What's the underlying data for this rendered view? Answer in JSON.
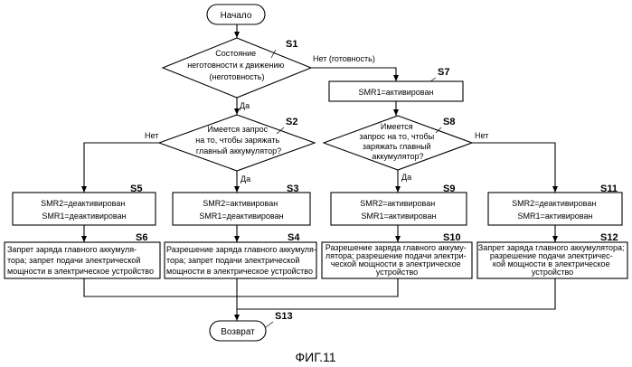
{
  "diagram": {
    "caption": "ФИГ.11",
    "start": "Начало",
    "end": "Возврат",
    "step_labels": {
      "s1": "S1",
      "s2": "S2",
      "s3": "S3",
      "s4": "S4",
      "s5": "S5",
      "s6": "S6",
      "s7": "S7",
      "s8": "S8",
      "s9": "S9",
      "s10": "S10",
      "s11": "S11",
      "s12": "S12",
      "s13": "S13"
    },
    "decisions": {
      "s1": [
        "Состояние",
        "неготовности к движению",
        "(неготовность)"
      ],
      "s2": [
        "Имеется запрос",
        "на то, чтобы заряжать",
        "главный аккумулятор?"
      ],
      "s8": [
        "Имеется",
        "запрос на то, чтобы",
        "заряжать главный",
        "аккумулятор?"
      ]
    },
    "branch_labels": {
      "s1_yes": "Да",
      "s1_no": "Нет (готовность)",
      "s2_yes": "Да",
      "s2_no": "Нет",
      "s8_yes": "Да",
      "s8_no": "Нет"
    },
    "processes": {
      "s7": [
        "SMR1=активирован"
      ],
      "s5": [
        "SMR2=деактивирован",
        "SMR1=деактивирован"
      ],
      "s3": [
        "SMR2=активирован",
        "SMR1=деактивирован"
      ],
      "s9": [
        "SMR2=активирован",
        "SMR1=активирован"
      ],
      "s11": [
        "SMR2=деактивирован",
        "SMR1=активирован"
      ],
      "s6": [
        "Запрет заряда главного аккумуля-",
        "тора; запрет подачи электрической",
        "мощности в электрическое устройство"
      ],
      "s4": [
        "Разрешение заряда главного аккумуля-",
        "тора; запрет подачи электрической",
        "мощности в электрическое устройство"
      ],
      "s10": [
        "Разрешение заряда главного аккуму-",
        "лятора; разрешение подачи электри-",
        "ческой мощности в электрическое",
        "устройство"
      ],
      "s12": [
        "Запрет заряда главного аккумулятора;",
        "разрешение подачи электричес-",
        "кой мощности в электрическое",
        "устройство"
      ]
    }
  }
}
